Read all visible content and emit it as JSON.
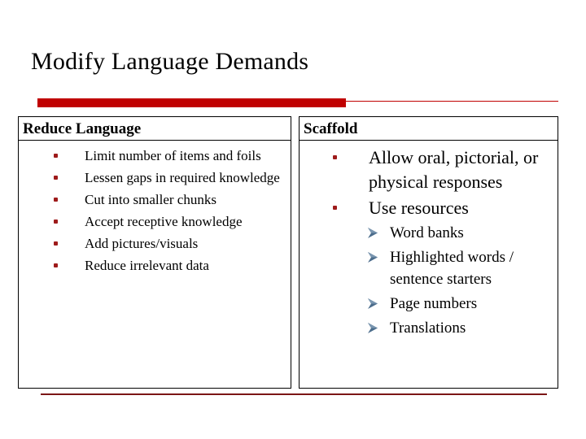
{
  "slide": {
    "title": "Modify Language Demands",
    "accent_color": "#C00000",
    "bullet_color": "#9E1B1B",
    "sub_bullet_color": "#4C6D8C",
    "background_color": "#FFFFFF",
    "text_color": "#000000"
  },
  "tables": [
    {
      "header": "Reduce Language",
      "items": [
        {
          "text": "Limit number of items and foils",
          "bullet": "square-bullet-icon"
        },
        {
          "text": "Lessen gaps in required knowledge",
          "bullet": "square-bullet-icon"
        },
        {
          "text": "Cut into smaller chunks",
          "bullet": "square-bullet-icon"
        },
        {
          "text": "Accept receptive knowledge",
          "bullet": "square-bullet-icon"
        },
        {
          "text": "Add pictures/visuals",
          "bullet": "square-bullet-icon"
        },
        {
          "text": "Reduce irrelevant data",
          "bullet": "square-bullet-icon"
        }
      ]
    },
    {
      "header": "Scaffold",
      "items": [
        {
          "text": "Allow oral, pictorial, or physical responses",
          "bullet": "square-bullet-icon"
        },
        {
          "text": "Use  resources",
          "bullet": "square-bullet-icon"
        }
      ],
      "sub_items": [
        {
          "text": "Word banks",
          "bullet": "arrow-bullet-icon"
        },
        {
          "text": "Highlighted words / sentence starters",
          "bullet": "arrow-bullet-icon"
        },
        {
          "text": "Page numbers",
          "bullet": "arrow-bullet-icon"
        },
        {
          "text": "Translations",
          "bullet": "arrow-bullet-icon"
        }
      ]
    }
  ]
}
